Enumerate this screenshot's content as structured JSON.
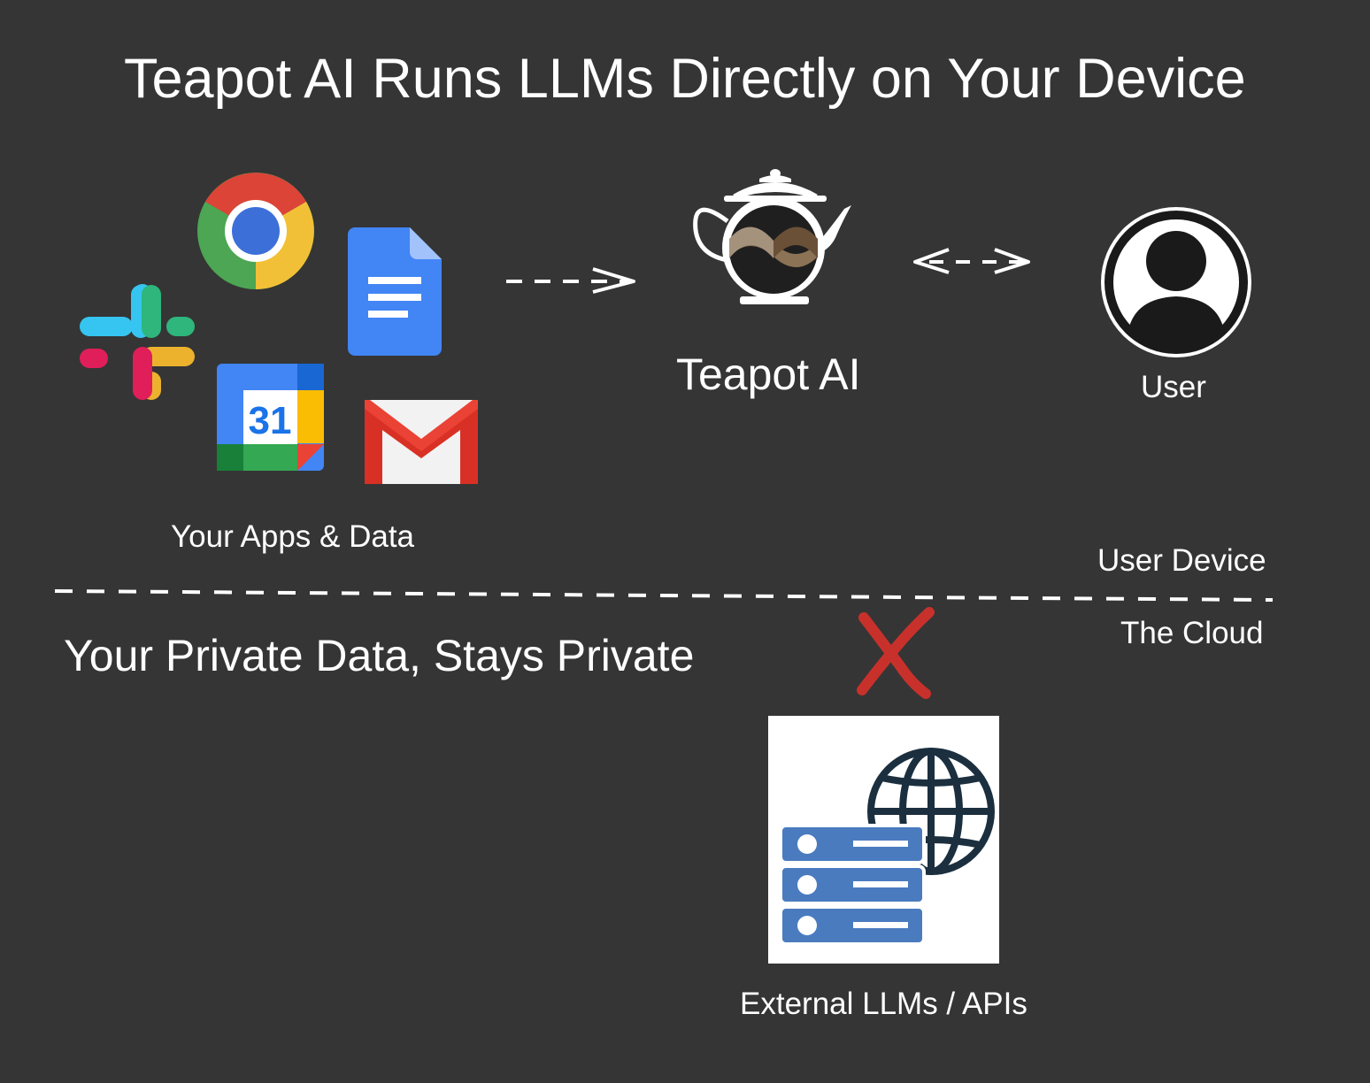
{
  "title": "Teapot AI Runs LLMs Directly on Your Device",
  "apps": {
    "label": "Your Apps & Data",
    "icons": [
      "slack-icon",
      "chrome-icon",
      "google-docs-icon",
      "google-calendar-icon",
      "gmail-icon"
    ],
    "calendar_day": "31"
  },
  "teapot": {
    "label": "Teapot AI",
    "icon": "teapot-icon"
  },
  "user": {
    "label": "User",
    "icon": "user-avatar-icon"
  },
  "zones": {
    "device": "User Device",
    "cloud": "The Cloud"
  },
  "tagline": "Your Private Data, Stays Private",
  "external": {
    "label": "External LLMs / APIs",
    "icon": "server-globe-icon",
    "blocked_icon": "red-x-icon"
  },
  "colors": {
    "background": "#353535",
    "text": "#ffffff",
    "blocked": "#c8312b",
    "server_blue": "#4a7bbf",
    "globe_navy": "#1b2f3f"
  }
}
